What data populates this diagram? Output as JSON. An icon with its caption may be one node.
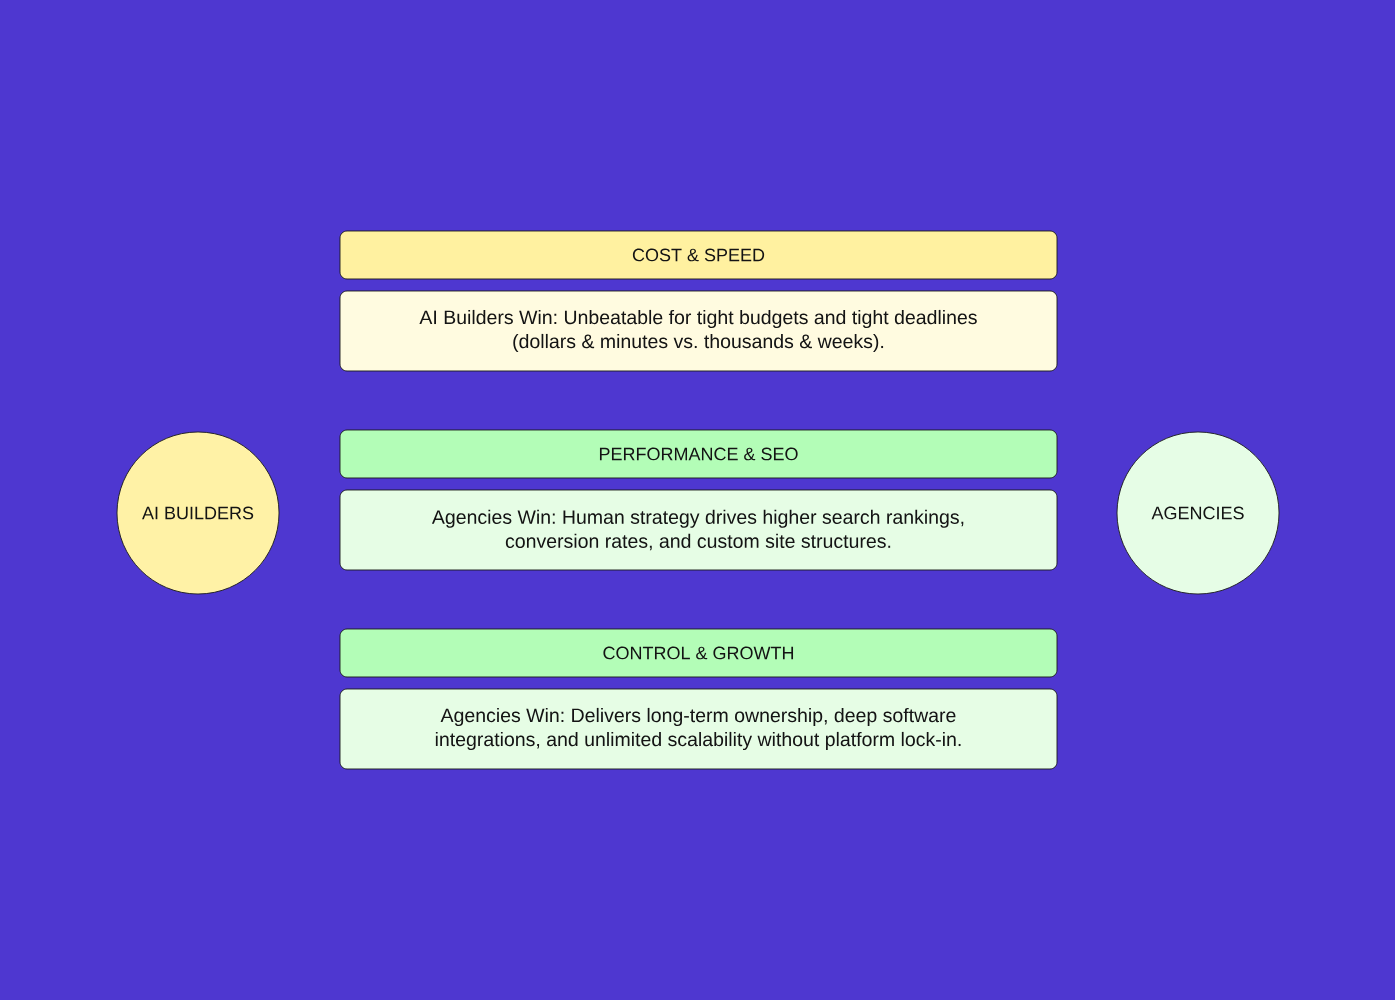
{
  "diagram": {
    "nodes": [
      {
        "text": [
          "AI BUILDERS"
        ]
      },
      {
        "text": [
          "COST & SPEED"
        ]
      },
      {
        "text": [
          "AI Builders Win: Unbeatable for tight budgets and tight deadlines (dollars & minutes vs. thousands & weeks)."
        ]
      },
      {
        "text": [
          "PERFORMANCE & SEO"
        ]
      },
      {
        "text": [
          "Agencies Win: Human strategy drives higher search rankings, conversion rates, and custom site structures."
        ]
      },
      {
        "text": [
          "CONTROL & GROWTH"
        ]
      },
      {
        "text": [
          "Agencies Win: Delivers long-term ownership, deep software integrations, and unlimited scalability without platform lock-in."
        ]
      },
      {
        "text": [
          "AGENCIES"
        ]
      }
    ]
  }
}
